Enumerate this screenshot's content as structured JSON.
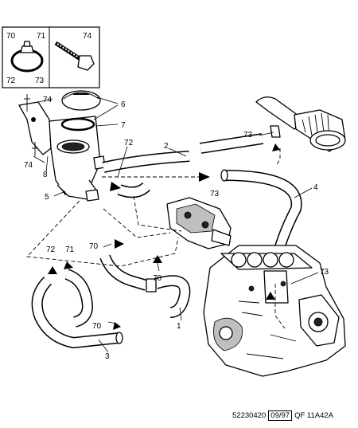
{
  "callouts": {
    "n1": "1",
    "n2": "2",
    "n3": "3",
    "n4": "4",
    "n5": "5",
    "n6": "6",
    "n7": "7",
    "n8": "8",
    "n70_inset": "70",
    "n71_inset": "71",
    "n72_inset": "72",
    "n73_inset": "73",
    "n74_inset": "74",
    "n74_a": "74",
    "n74_b": "74",
    "n72_a": "72",
    "n72_b": "72",
    "n71_a": "71",
    "n73_a": "73",
    "n73_b": "73",
    "n73_c": "73",
    "n70_a": "70",
    "n70_b": "70",
    "n70_c": "70"
  },
  "footer": {
    "ref": "52230420",
    "date": "09/97",
    "code": "QF 11A42A"
  }
}
